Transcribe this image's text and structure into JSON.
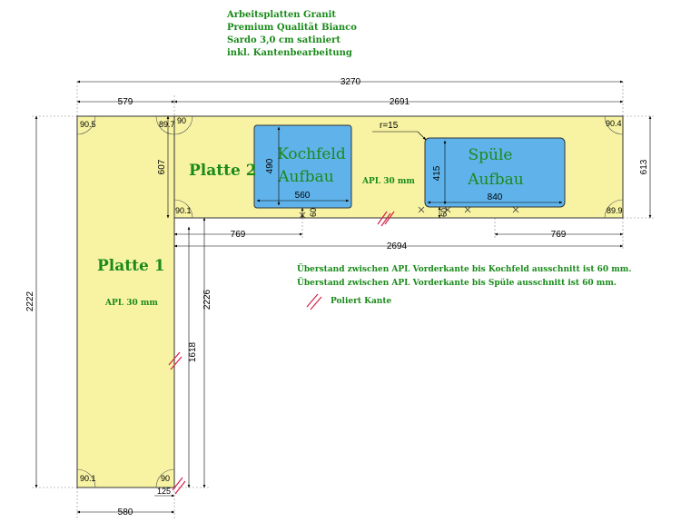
{
  "header": {
    "line1": "Arbeitsplatten Granit",
    "line2": "Premium Qualität Bianco",
    "line3": "Sardo 3,0 cm satiniert",
    "line4": "inkl. Kantenbearbeitung"
  },
  "panels": {
    "p1_label": "Platte 1",
    "p1_apl": "APL 30 mm",
    "p2_label": "Platte 2",
    "p2_apl": "APL 30 mm"
  },
  "cutouts": {
    "kochfeld_line1": "Kochfeld",
    "kochfeld_line2": "Aufbau",
    "spuele_line1": "Spüle",
    "spuele_line2": "Aufbau"
  },
  "dimensions": {
    "total_top": "3270",
    "p1_top": "579",
    "p2_top": "2691",
    "p1_height": "2222",
    "inner_height": "2226",
    "inner_low": "1618",
    "p2_depth_left": "607",
    "p2_depth_right": "613",
    "p2_bottom": "2694",
    "kochfeld_offset": "769",
    "spuele_offset": "769",
    "kochfeld_height": "490",
    "kochfeld_width": "560",
    "spuele_height": "415",
    "spuele_width": "840",
    "kochfeld_front": "60",
    "spuele_front": "60",
    "radius": "r=15",
    "p1_bottom": "580",
    "small": "125"
  },
  "angles": {
    "a_tl": "90.5",
    "a_tr1": "89.7",
    "a_p2l": "90",
    "a_p2r": "90.4",
    "a_inner": "90.1",
    "a_p2br": "89.9",
    "a_bl": "90.1",
    "a_br": "90"
  },
  "notes": {
    "note1": "Überstand zwischen APL Vorderkante bis Kochfeld ausschnitt ist 60 mm.",
    "note2": "Überstand zwischen APL Vorderkante bis Spüle ausschnitt ist 60 mm.",
    "polished": "Poliert Kante"
  },
  "colors": {
    "slab": "#f7f3a3",
    "cutout": "#5fb3ea",
    "label": "#1a8a1a",
    "polish": "#d6204a"
  }
}
